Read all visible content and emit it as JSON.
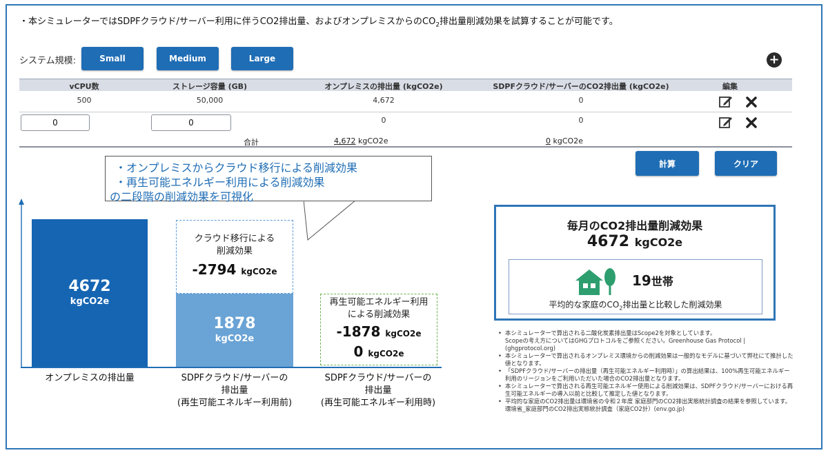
{
  "intro": {
    "bullet": "・",
    "part1": "本シミュレーターではSDPFクラウド/サーバー利用に伴うCO2排出量、およびオンプレミスからのCO",
    "sub": "2",
    "part2": "排出量削減効果を試算することが可能です。"
  },
  "scale": {
    "label": "システム規模:",
    "buttons": [
      "Small",
      "Medium",
      "Large"
    ]
  },
  "table": {
    "headers": [
      "vCPU数",
      "ストレージ容量 (GB)",
      "オンプレミスの排出量 (kgCO2e)",
      "SDPFクラウド/サーバーのCO2排出量 (kgCO2e)",
      "編集"
    ],
    "rows": [
      {
        "vcpu": "500",
        "storage": "50,000",
        "onprem": "4,672",
        "cloud": "0"
      },
      {
        "vcpu": "0",
        "storage": "0",
        "onprem": "0",
        "cloud": "0"
      }
    ],
    "total_label": "合計",
    "total_onprem_value": "4,672",
    "total_cloud_value": "0",
    "total_unit": "kgCO2e"
  },
  "actions": {
    "calc": "計算",
    "clear": "クリア"
  },
  "callout": {
    "lines": [
      "・オンプレミスからクラウド移行による削減効果",
      "・再生可能エネルギー利用による削減効果",
      "の二段階の削減効果を可視化"
    ]
  },
  "chart": {
    "bar1": {
      "value": "4672",
      "unit": "kgCO2e"
    },
    "bar2": {
      "value": "1878",
      "unit": "kgCO2e"
    },
    "box1": {
      "title_line1": "クラウド移行による",
      "title_line2": "削減効果",
      "value": "-2794",
      "unit": "kgCO2e"
    },
    "box2": {
      "title_line1": "再生可能エネルギー利用",
      "title_line2": "による削減効果",
      "value1": "-1878",
      "value2": "0",
      "unit": "kgCO2e"
    },
    "categories": [
      [
        "オンプレミスの排出量"
      ],
      [
        "SDPFクラウド/サーバーの",
        "排出量",
        "(再生可能エネルギー利用前)"
      ],
      [
        "SDPFクラウド/サーバーの",
        "排出量",
        "(再生可能エネルギー利用時)"
      ]
    ]
  },
  "chart_data": {
    "type": "bar",
    "categories": [
      "オンプレミスの排出量",
      "SDPFクラウド/サーバーの排出量(再生可能エネルギー利用前)",
      "SDPFクラウド/サーバーの排出量(再生可能エネルギー利用時)"
    ],
    "values": [
      4672,
      1878,
      0
    ],
    "reductions": [
      null,
      -2794,
      -1878
    ],
    "unit": "kgCO2e"
  },
  "summary": {
    "title": "毎月のCO2排出量削減効果",
    "value": "4672",
    "unit": "kgCO2e",
    "households": "19",
    "households_unit": "世帯",
    "compare_part1": "平均的な家庭のCO",
    "compare_sub": "2",
    "compare_part2": "排出量と比較した削減効果"
  },
  "notes": [
    "本シミュレーターで算出される二酸化炭素排出量はScope2を対象としています。",
    "Scopeの考え方についてはGHGプロトコルをご参照ください。Greenhouse Gas Protocol | (ghgprotocol.org)",
    "本シミュレーターで算出されるオンプレミス環境からの削減効果は一般的なモデルに基づいて弊社にて推計した値となります。",
    "「SDPFクラウド/サーバーの排出量（再生可能エネルギー利用時）」の算出結果は、100%再生可能エネルギー利用のリージョンをご利用いただいた場合のCO2排出量となります。",
    "本シミュレーターで算出される再生可能エネルギー使用による削減効果は、SDPFクラウド/サーバーにおける再生可能エネルギーの導入以前と比較して推定した値となります。",
    "平均的な家庭のCO2排出量は環境省の令和２年度 家庭部門のCO2排出実態統計調査の結果を参照しています。",
    "環境省_家庭部門のCO2排出実態統計調査（家庭CO2計）(env.go.jp)"
  ],
  "colors": {
    "accent": "#1f6db5",
    "bar_onprem": "#1565b3",
    "bar_cloud": "#6aa3d5",
    "blue_dash": "#5b9bd5",
    "green_dash": "#6ab04c",
    "house_green": "#2e9e6f"
  }
}
